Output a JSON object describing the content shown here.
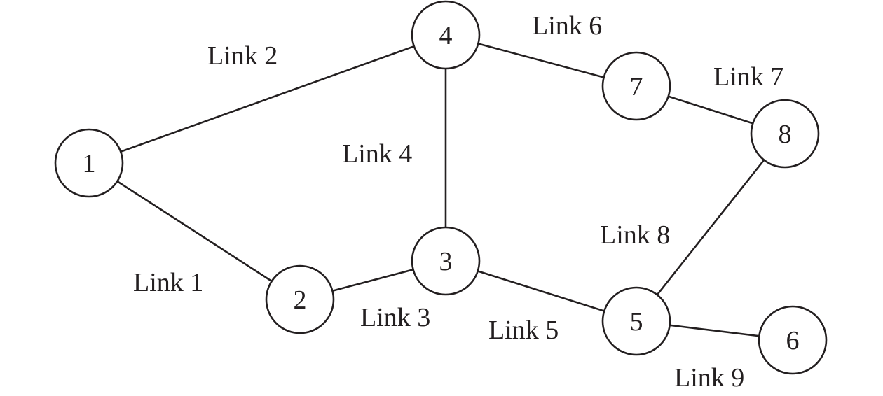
{
  "diagram": {
    "nodes": [
      {
        "id": "1",
        "label": "1"
      },
      {
        "id": "2",
        "label": "2"
      },
      {
        "id": "3",
        "label": "3"
      },
      {
        "id": "4",
        "label": "4"
      },
      {
        "id": "5",
        "label": "5"
      },
      {
        "id": "6",
        "label": "6"
      },
      {
        "id": "7",
        "label": "7"
      },
      {
        "id": "8",
        "label": "8"
      }
    ],
    "links": [
      {
        "id": "link-1",
        "label": "Link 1",
        "from": "1",
        "to": "2"
      },
      {
        "id": "link-2",
        "label": "Link 2",
        "from": "1",
        "to": "4"
      },
      {
        "id": "link-3",
        "label": "Link 3",
        "from": "2",
        "to": "3"
      },
      {
        "id": "link-4",
        "label": "Link 4",
        "from": "3",
        "to": "4"
      },
      {
        "id": "link-5",
        "label": "Link 5",
        "from": "3",
        "to": "5"
      },
      {
        "id": "link-6",
        "label": "Link 6",
        "from": "4",
        "to": "7"
      },
      {
        "id": "link-7",
        "label": "Link 7",
        "from": "7",
        "to": "8"
      },
      {
        "id": "link-8",
        "label": "Link 8",
        "from": "5",
        "to": "8"
      },
      {
        "id": "link-9",
        "label": "Link 9",
        "from": "5",
        "to": "6"
      }
    ],
    "colors": {
      "stroke": "#231f20",
      "background": "#ffffff"
    }
  }
}
